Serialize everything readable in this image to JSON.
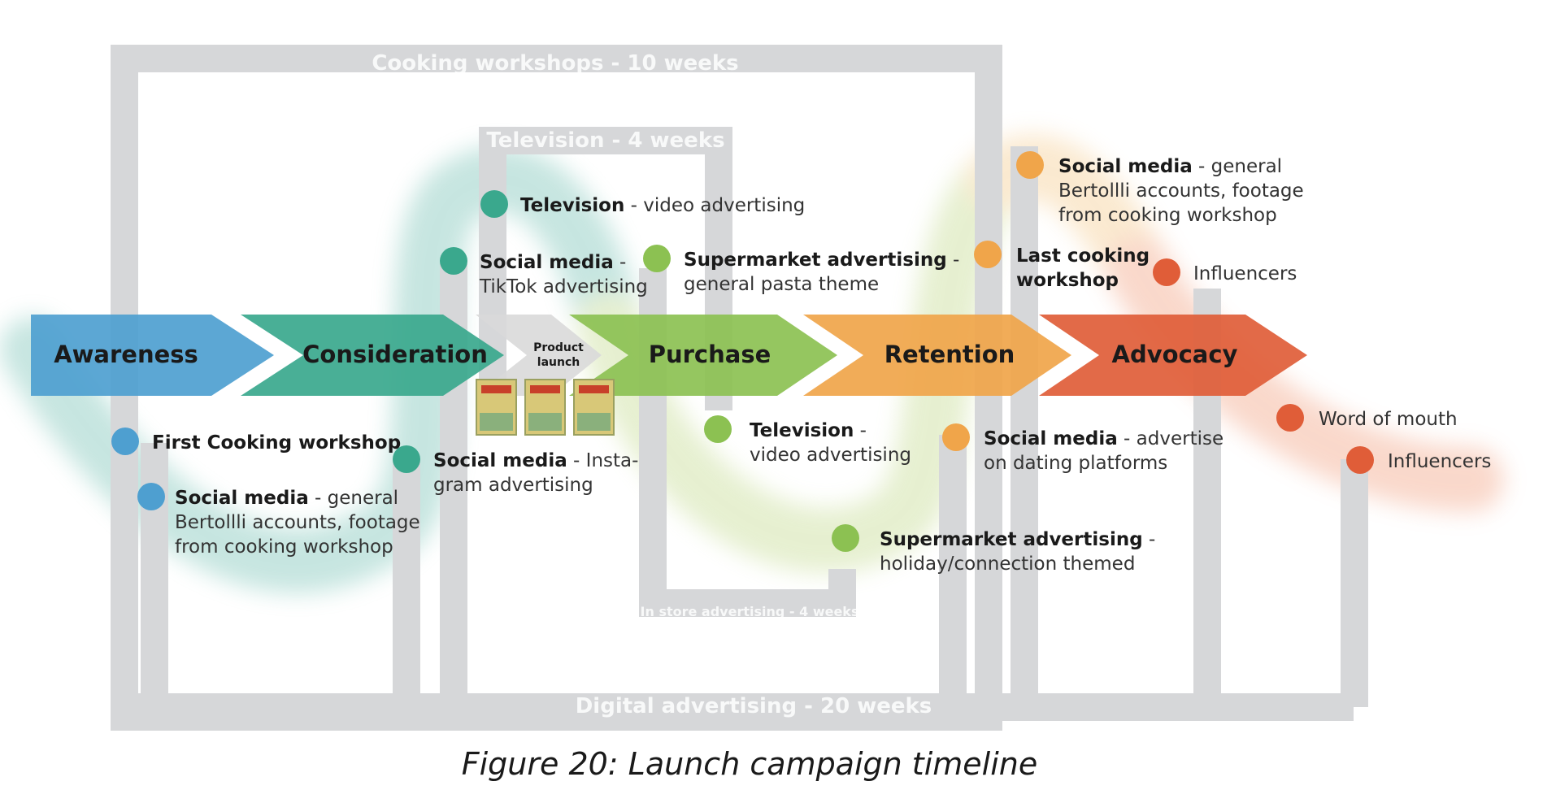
{
  "bars": {
    "cooking_workshops": "Cooking workshops - 10 weeks",
    "television": "Television - 4 weeks",
    "in_store": "In store advertising - 4 weeks",
    "digital": "Digital advertising - 20 weeks"
  },
  "stages": [
    {
      "label": "Awareness",
      "color": "#4e9fd0"
    },
    {
      "label": "Consideration",
      "color": "#3aa88d"
    },
    {
      "label": "Purchase",
      "color": "#8cc152"
    },
    {
      "label": "Retention",
      "color": "#f0a54a"
    },
    {
      "label": "Advocacy",
      "color": "#e05d38"
    }
  ],
  "product_launch": {
    "line1": "Product",
    "line2": "launch"
  },
  "annotations": {
    "first_workshop": {
      "bold": "First Cooking workshop",
      "rest": ""
    },
    "social_general_1": {
      "bold": "Social media",
      "rest1": " - general",
      "line2": "Bertollli accounts, footage",
      "line3": "from cooking workshop"
    },
    "social_instagram": {
      "bold": "Social media",
      "rest1": " - Insta-",
      "line2": "gram advertising"
    },
    "social_tiktok": {
      "bold": "Social media",
      "rest1": " -",
      "line2": "TikTok advertising"
    },
    "television_1": {
      "bold": "Television",
      "rest1": " - video advertising"
    },
    "supermarket_general": {
      "bold": "Supermarket advertising",
      "rest1": " -",
      "line2": "general pasta theme"
    },
    "television_2": {
      "bold": "Television",
      "rest1": " -",
      "line2": "video advertising"
    },
    "supermarket_holiday": {
      "bold": "Supermarket advertising",
      "rest1": " -",
      "line2": "holiday/connection themed"
    },
    "social_dating": {
      "bold": "Social media",
      "rest1": " - advertise",
      "line2": "on dating platforms"
    },
    "social_general_2": {
      "bold": "Social media",
      "rest1": " - general",
      "line2": "Bertollli accounts, footage",
      "line3": "from cooking workshop"
    },
    "last_workshop": {
      "bold1": "Last cooking",
      "bold2": "workshop"
    },
    "influencers_1": {
      "text": "Influencers"
    },
    "word_of_mouth": {
      "text": "Word of mouth"
    },
    "influencers_2": {
      "text": "Influencers"
    }
  },
  "caption": "Figure 20: Launch campaign timeline",
  "colors": {
    "blue": "#4e9fd0",
    "teal": "#3aa88d",
    "green": "#8cc152",
    "orange": "#f0a54a",
    "red": "#e05d38",
    "bar": "#d6d7d9"
  }
}
